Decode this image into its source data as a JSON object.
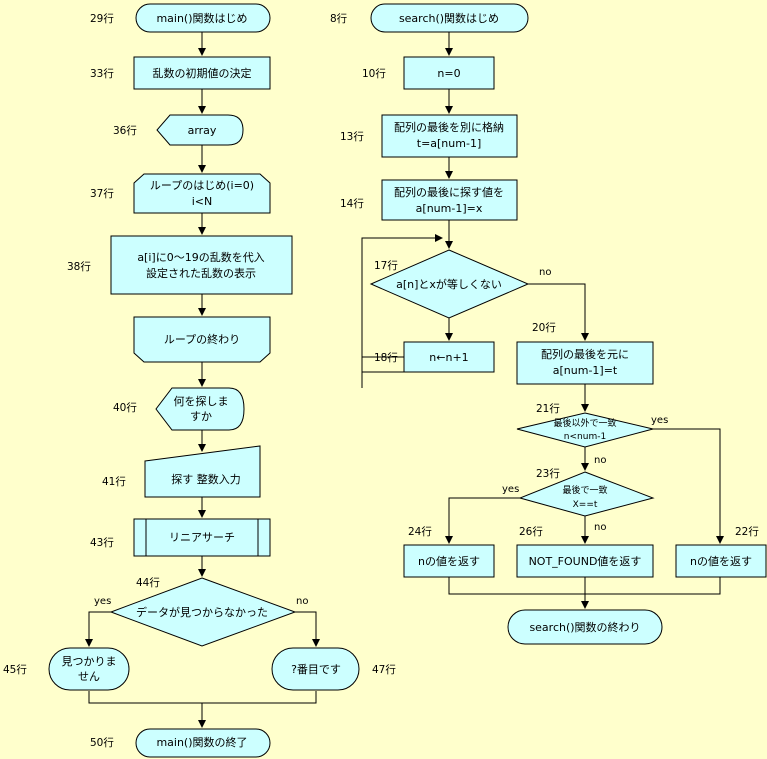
{
  "left": {
    "start": "main()関数はじめ",
    "rand_init": "乱数の初期値の決定",
    "array": "array",
    "loop_start_1": "ループのはじめ(i=0)",
    "loop_start_2": "i<N",
    "assign_1": "a[i]に0～19の乱数を代入",
    "assign_2": "設定された乱数の表示",
    "loop_end": "ループの終わり",
    "ask_1": "何を探しま",
    "ask_2": "すか",
    "input": "探す 整数入力",
    "linear": "リニアサーチ",
    "decision": "データが見つからなかった",
    "yes": "yes",
    "no": "no",
    "not_found_1": "見つかりま",
    "not_found_2": "せん",
    "found": "?番目です",
    "end": "main()関数の終了"
  },
  "right": {
    "start": "search()関数はじめ",
    "n0": "n=0",
    "save_1": "配列の最後を別に格納",
    "save_2": "t=a[num-1]",
    "put_1": "配列の最後に探す値を",
    "put_2": "a[num-1]=x",
    "cond1": "a[n]とxが等しくない",
    "inc": "n←n+1",
    "restore_1": "配列の最後を元に",
    "restore_2": "a[num-1]=t",
    "cond2_1": "最後以外で一致",
    "cond2_2": "n<num-1",
    "cond3_1": "最後で一致",
    "cond3_2": "X==t",
    "ret_n_1": "nの値を返す",
    "ret_nf": "NOT_FOUND値を返す",
    "ret_n_2": "nの値を返す",
    "end": "search()関数の終わり",
    "no1": "no",
    "yes2": "yes",
    "no2": "no",
    "yes3": "yes",
    "no3": "no"
  },
  "lines": {
    "l29": "29行",
    "l33": "33行",
    "l36": "36行",
    "l37": "37行",
    "l38": "38行",
    "l40": "40行",
    "l41": "41行",
    "l43": "43行",
    "l44": "44行",
    "l45": "45行",
    "l47": "47行",
    "l50": "50行",
    "r8": "8行",
    "r10": "10行",
    "r13": "13行",
    "r14": "14行",
    "r17": "17行",
    "r18": "18行",
    "r20": "20行",
    "r21": "21行",
    "r23": "23行",
    "r24": "24行",
    "r26": "26行",
    "r22": "22行"
  }
}
